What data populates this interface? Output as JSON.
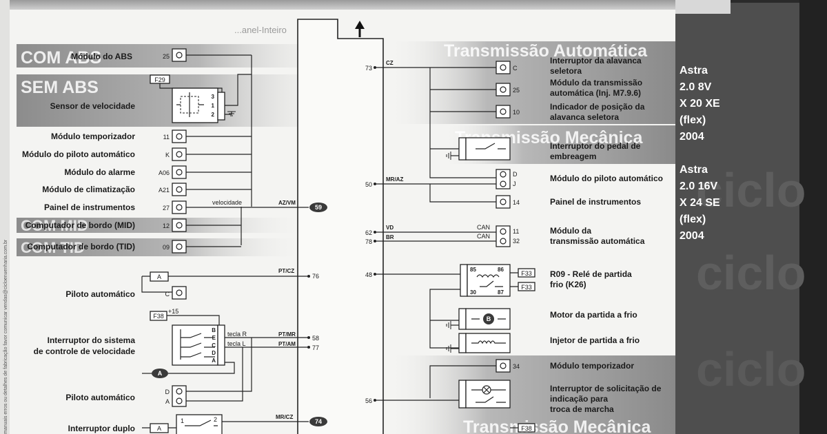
{
  "diagram": {
    "side_text": "manuais erros ou detalhes de fabricação favor comunicar vendas@cicloenuenharia.com.br",
    "headers": {
      "com_abs": "COM ABS",
      "sem_abs": "SEM ABS",
      "com_mid": "COM MID",
      "com_tid": "COM TID",
      "transmissao_automatica": "Transmissão Automática",
      "transmissao_mecanica_1": "Transmissão Mecânica",
      "transmissao_mecanica_2": "Transmissão Mecânica"
    },
    "top_faded_text": "...anel-Inteiro",
    "left_components": [
      {
        "label": "Módulo do ABS",
        "pin": "25"
      },
      {
        "label": "Sensor de velocidade",
        "pin": ""
      },
      {
        "label": "Módulo temporizador",
        "pin": "11"
      },
      {
        "label": "Módulo do piloto automático",
        "pin": "K"
      },
      {
        "label": "Módulo do alarme",
        "pin": "A06"
      },
      {
        "label": "Módulo de climatização",
        "pin": "A21"
      },
      {
        "label": "Painel de instrumentos",
        "pin": "27"
      },
      {
        "label": "Computador de bordo (MID)",
        "pin": "12"
      },
      {
        "label": "Computador de bordo (TID)",
        "pin": "09"
      },
      {
        "label": "Piloto automático",
        "pin": "C"
      },
      {
        "label": "Interruptor do sistema de controle de velocidade",
        "pin": ""
      },
      {
        "label": "Piloto automático",
        "pin": "D A"
      },
      {
        "label": "Interruptor duplo",
        "pin": ""
      }
    ],
    "left_labels": {
      "interruptor_line1": "Interruptor do sistema",
      "interruptor_line2": "de controle de velocidade"
    },
    "fuses": {
      "f29": "F29",
      "f38": "F38",
      "f33a": "F33",
      "f33b": "F33",
      "f38b": "F38"
    },
    "small_labels": {
      "velocidade": "velocidade",
      "plus15": "+15",
      "tecla_r": "tecla R",
      "tecla_l": "tecla L",
      "A": "A",
      "sensor_pins": [
        "3",
        "1",
        "2"
      ],
      "switch_pins": [
        "B",
        "E",
        "C",
        "D",
        "A"
      ],
      "dual_pins": [
        "1",
        "2"
      ],
      "relay_pins": [
        "85",
        "86",
        "30",
        "87"
      ],
      "motor_B": "B",
      "can1": "CAN",
      "can2": "CAN"
    },
    "wires_left": [
      {
        "code": "AZ/VM",
        "pin": "59"
      },
      {
        "code": "PT/CZ",
        "pin": "76"
      },
      {
        "code": "PT/MR",
        "pin": "58"
      },
      {
        "code": "PT/AM",
        "pin": "77"
      },
      {
        "code": "MR/CZ",
        "pin": "74"
      }
    ],
    "wires_right": [
      {
        "pin": "73",
        "code": "CZ"
      },
      {
        "pin": "50",
        "code": "MR/AZ"
      },
      {
        "pin": "62",
        "code": "VD"
      },
      {
        "pin": "78",
        "code": "BR"
      },
      {
        "pin": "48",
        "code": ""
      },
      {
        "pin": "56",
        "code": ""
      }
    ],
    "right_components": [
      {
        "label_1": "Interruptor da alavanca",
        "label_2": "seletora",
        "pin": "C"
      },
      {
        "label_1": "Módulo da transmissão",
        "label_2": "automática (Inj. M7.9.6)",
        "pin": "25"
      },
      {
        "label_1": "Indicador de posição da",
        "label_2": "alavanca seletora",
        "pin": "10"
      },
      {
        "label_1": "Interruptor do pedal de",
        "label_2": "embreagem",
        "pin": ""
      },
      {
        "label_1": "Módulo do piloto automático",
        "label_2": "",
        "pin": "D J"
      },
      {
        "label_1": "Painel de instrumentos",
        "label_2": "",
        "pin": "14"
      },
      {
        "label_1": "Módulo da",
        "label_2": "transmissão automática",
        "pin": "11 32"
      },
      {
        "label_1": "R09 - Relé de partida",
        "label_2": "frio (K26)",
        "pin": ""
      },
      {
        "label_1": "Motor da partida a frio",
        "label_2": "",
        "pin": ""
      },
      {
        "label_1": "Injetor de partida a frio",
        "label_2": "",
        "pin": ""
      },
      {
        "label_1": "Módulo temporizador",
        "label_2": "",
        "pin": "34"
      },
      {
        "label_1": "Interruptor de solicitação de",
        "label_2": "indicação para",
        "label_3": "troca de marcha",
        "pin": ""
      }
    ],
    "vehicle_info": [
      {
        "model": "Astra",
        "engine": "2.0  8V",
        "code": "X 20 XE",
        "fuel": "(flex)",
        "year": "2004"
      },
      {
        "model": "Astra",
        "engine": "2.0 16V",
        "code": "X 24 SE",
        "fuel": "(flex)",
        "year": "2004"
      }
    ],
    "watermark": "ciclo",
    "colors": {
      "panel_dark": "#4e4e4e",
      "header_grey": "#8a8a8a",
      "wire": "#222222",
      "background": "#f4f4f2"
    }
  }
}
